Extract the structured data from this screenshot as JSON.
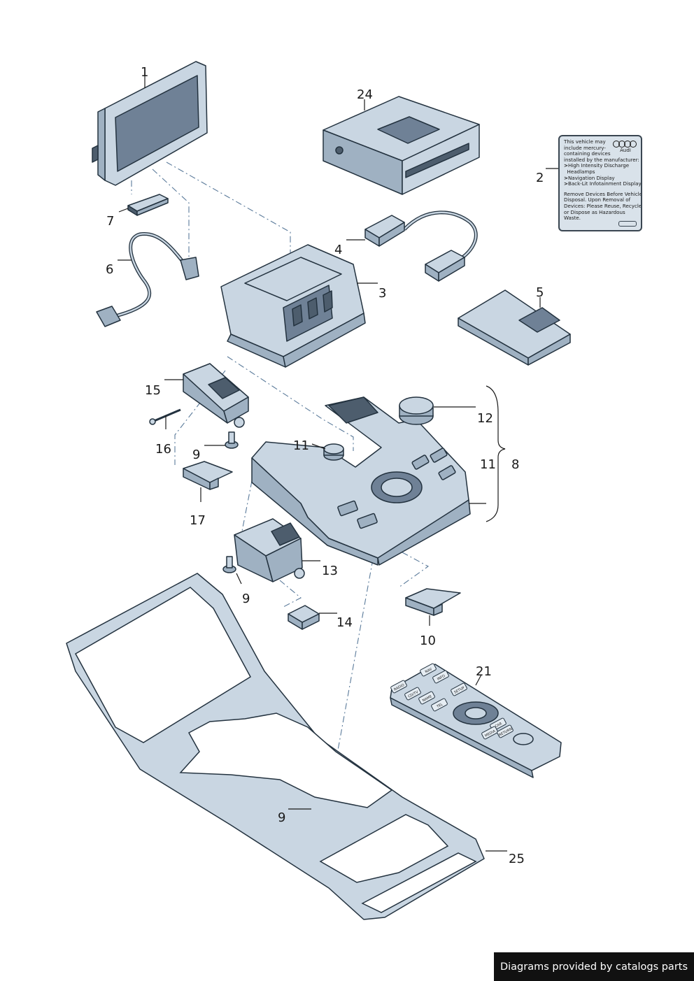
{
  "label_card": {
    "intro_lines": [
      "This vehicle may",
      "include mercury-",
      "containing devices",
      "installed by the manufacturer:"
    ],
    "logo_text": "Audi",
    "items": [
      "High Intensity Discharge",
      "Headlamps",
      "Navigation Display",
      "Back-Lit Infotainment Display"
    ],
    "disposal_lines": [
      "Remove Devices Before Vehicle",
      "Disposal. Upon Removal of",
      "Devices: Please Reuse, Recycle,",
      "or Dispose as Hazardous",
      "Waste."
    ]
  },
  "remote_buttons": [
    "NAV",
    "INFO",
    "RADIO",
    "CD/TV",
    "NAME",
    "SETUP",
    "TEL",
    "CAR",
    "MEDIA",
    "RETURN"
  ],
  "callouts": [
    {
      "num": "1"
    },
    {
      "num": "24"
    },
    {
      "num": "2"
    },
    {
      "num": "7"
    },
    {
      "num": "4"
    },
    {
      "num": "6"
    },
    {
      "num": "3"
    },
    {
      "num": "5"
    },
    {
      "num": "15"
    },
    {
      "num": "12"
    },
    {
      "num": "16"
    },
    {
      "num": "11"
    },
    {
      "num": "9"
    },
    {
      "num": "11"
    },
    {
      "num": "8"
    },
    {
      "num": "17"
    },
    {
      "num": "13"
    },
    {
      "num": "9"
    },
    {
      "num": "14"
    },
    {
      "num": "10"
    },
    {
      "num": "21"
    },
    {
      "num": "9"
    },
    {
      "num": "25"
    }
  ],
  "footer": {
    "text": "Diagrams provided by catalogs parts"
  }
}
